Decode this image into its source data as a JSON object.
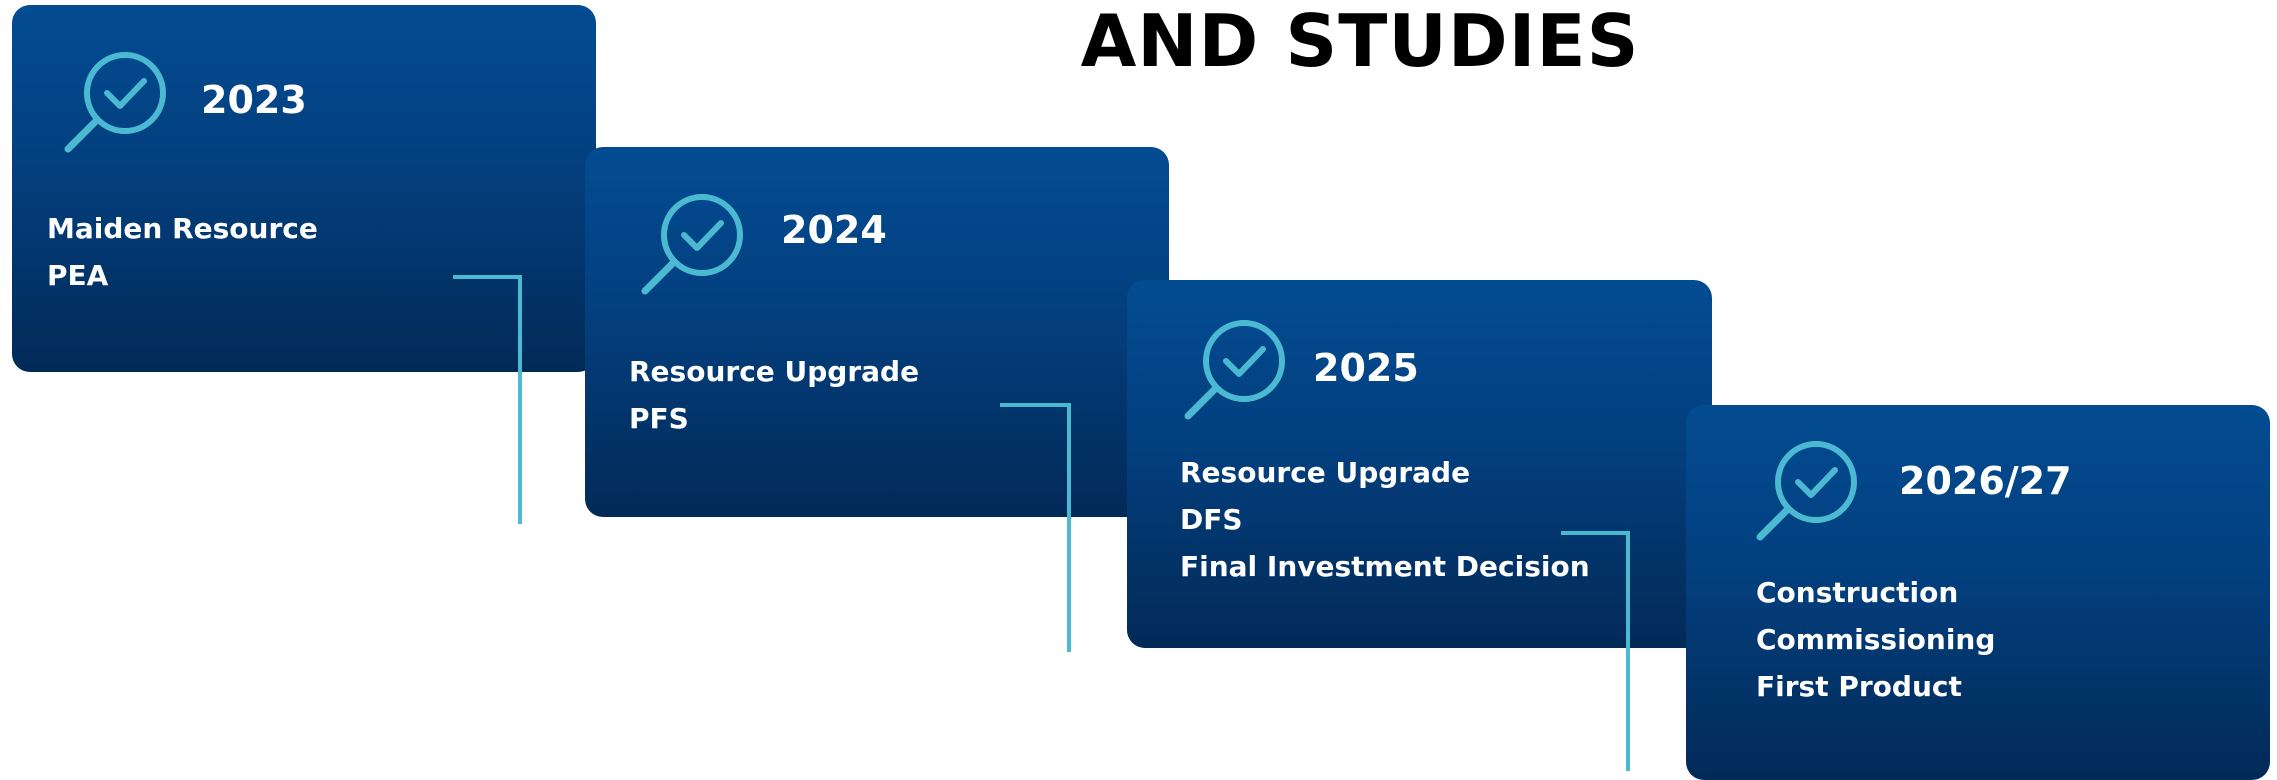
{
  "header": {
    "title": "AND STUDIES"
  },
  "colors": {
    "card_top": "#034c92",
    "card_bottom": "#022a57",
    "accent": "#4cb9d2",
    "text": "#ffffff"
  },
  "timeline": [
    {
      "year": "2023",
      "icon": "magnifier-check-icon",
      "items": [
        "Maiden Resource",
        "PEA"
      ]
    },
    {
      "year": "2024",
      "icon": "magnifier-check-icon",
      "items": [
        "Resource Upgrade",
        "PFS"
      ]
    },
    {
      "year": "2025",
      "icon": "magnifier-check-icon",
      "items": [
        "Resource Upgrade",
        "DFS",
        "Final Investment Decision"
      ]
    },
    {
      "year": "2026/27",
      "icon": "magnifier-check-icon",
      "items": [
        "Construction",
        "Commissioning",
        "First Product"
      ]
    }
  ]
}
